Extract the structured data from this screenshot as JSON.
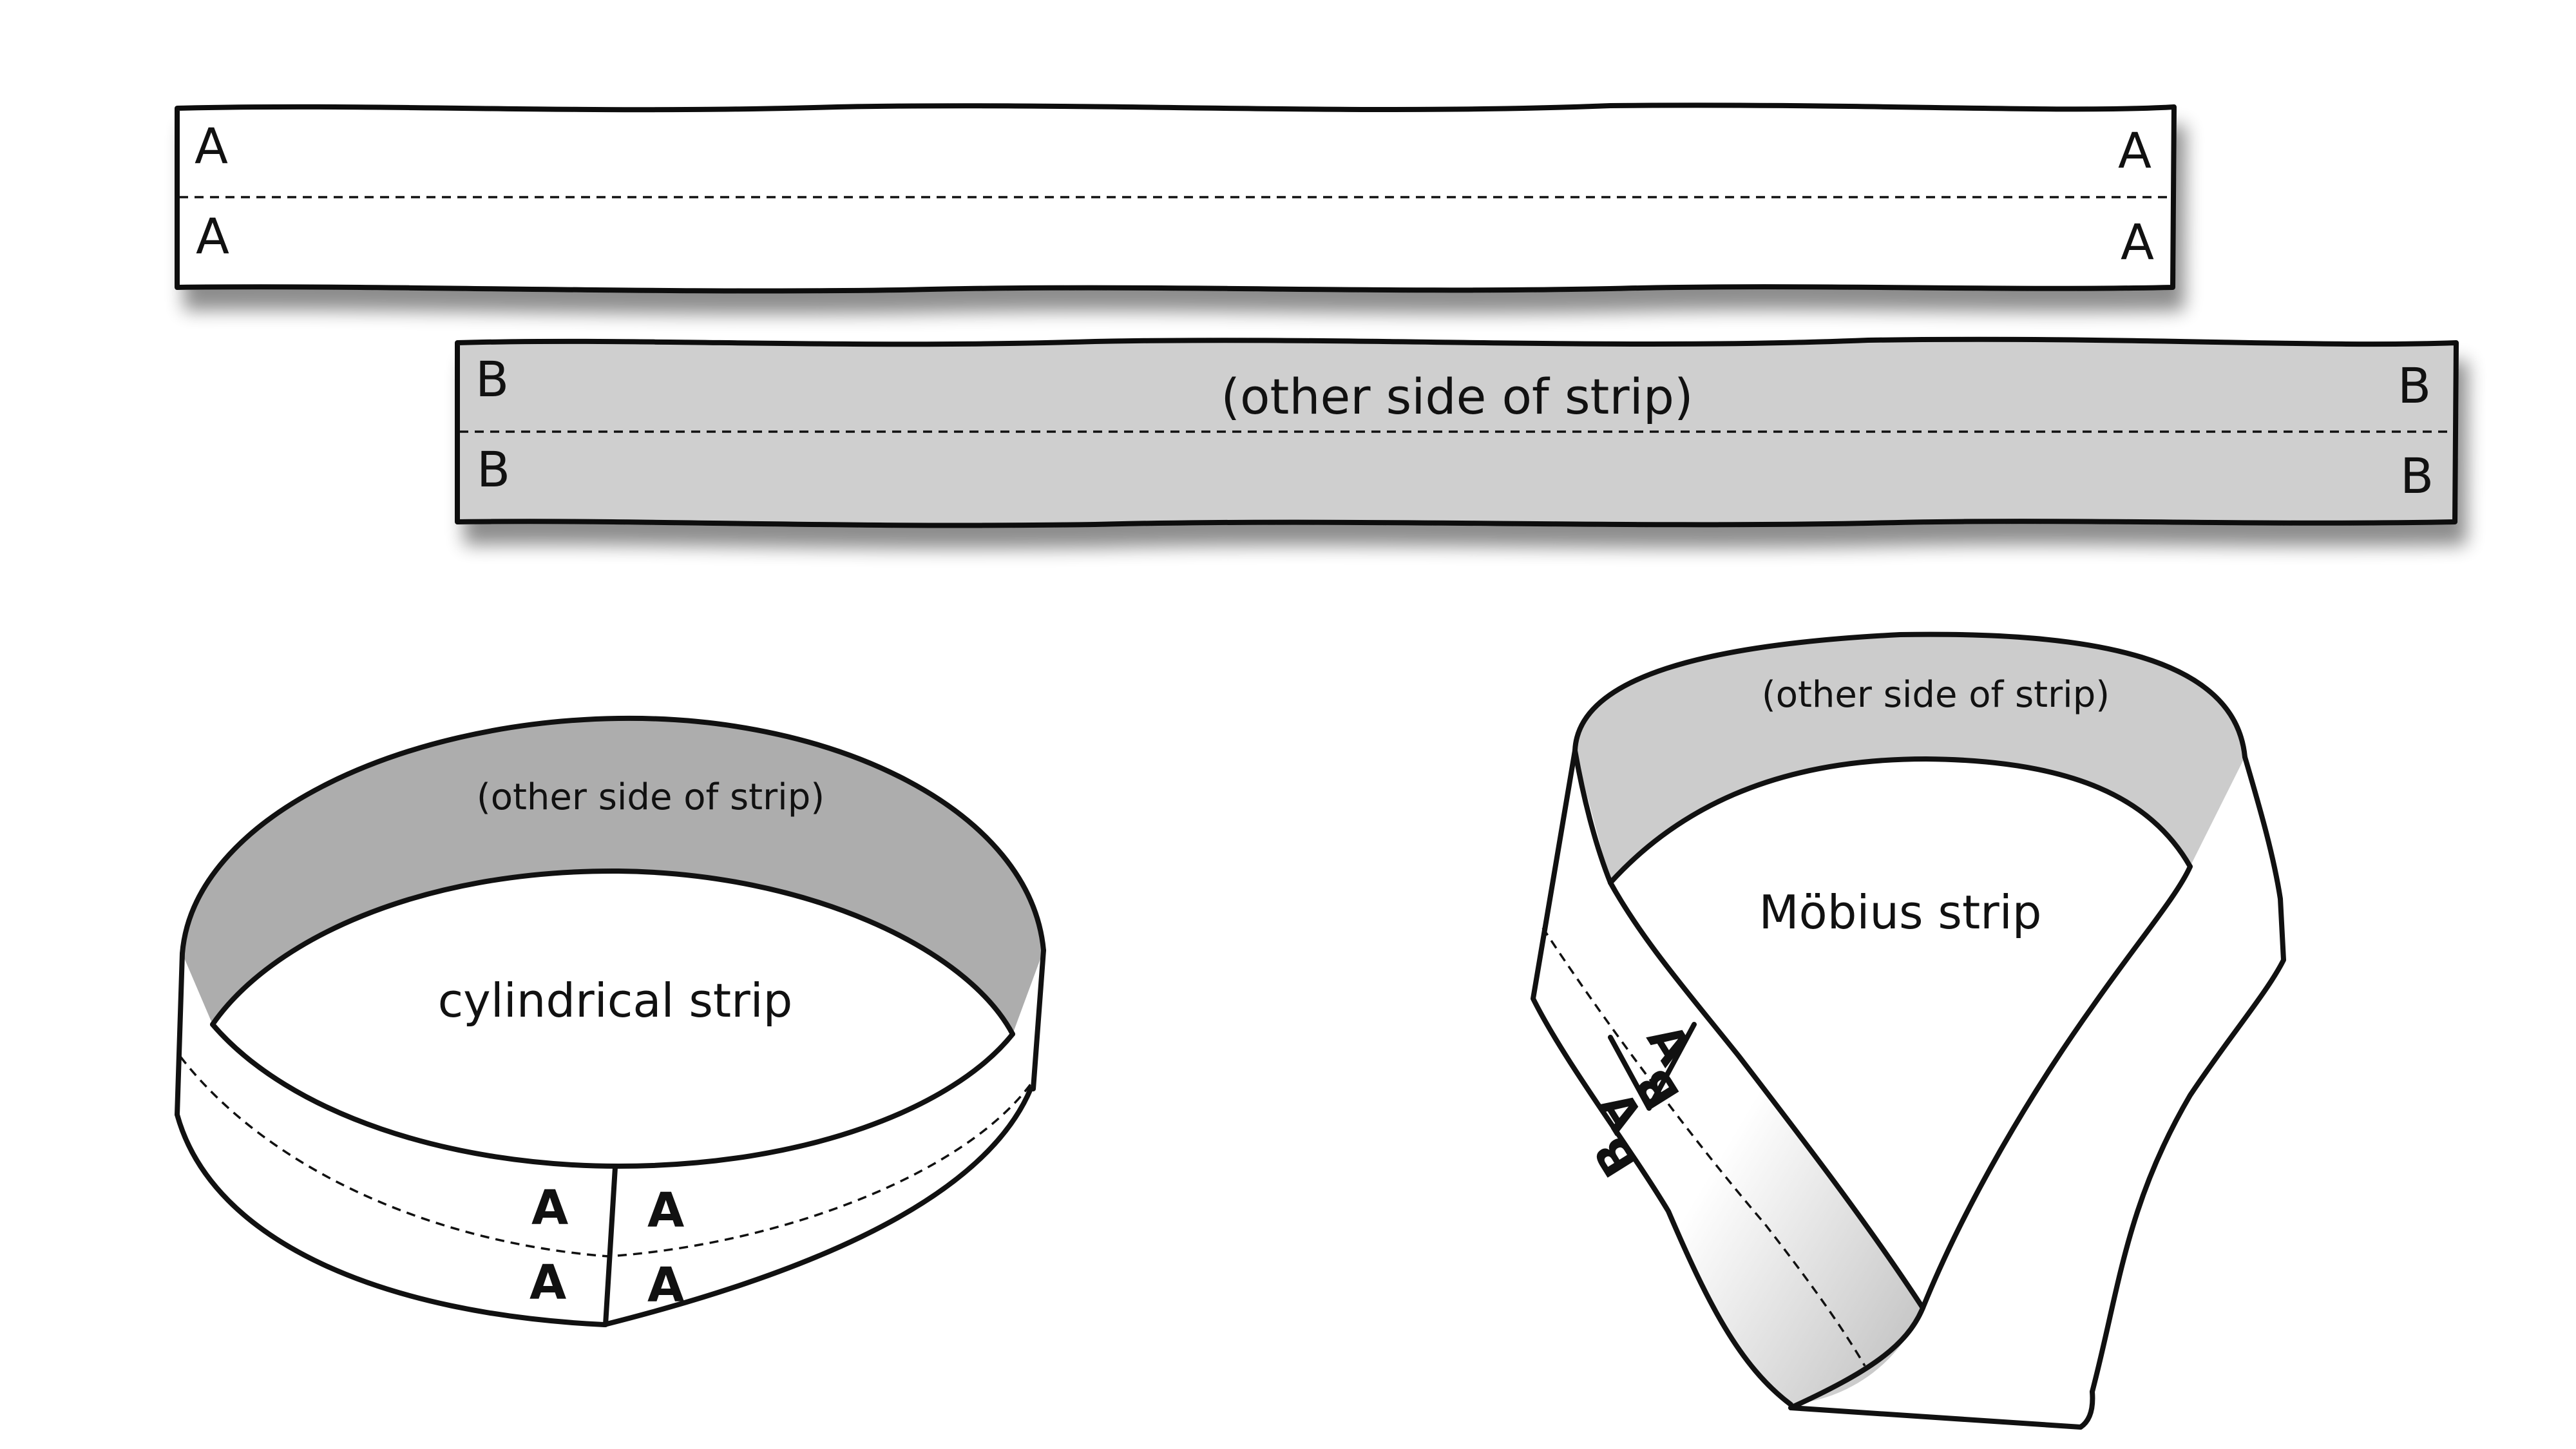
{
  "strip_a": {
    "top_left": "A",
    "top_right": "A",
    "bottom_left": "A",
    "bottom_right": "A"
  },
  "strip_b": {
    "caption": "(other side of strip)",
    "top_left": "B",
    "top_right": "B",
    "bottom_left": "B",
    "bottom_right": "B"
  },
  "cylinder": {
    "caption": "cylindrical strip",
    "inner_caption": "(other side of strip)",
    "labels": [
      "A",
      "A",
      "A",
      "A"
    ]
  },
  "mobius": {
    "caption": "Möbius strip",
    "inner_caption": "(other side of strip)",
    "labels_a": [
      "A",
      "A"
    ],
    "labels_b": [
      "B",
      "B"
    ]
  },
  "colors": {
    "outline": "#111111",
    "strip_front": "#ffffff",
    "strip_back": "#cfcfcf",
    "cylinder_inner": "#adadad",
    "mobius_inner": "#cccccc"
  }
}
